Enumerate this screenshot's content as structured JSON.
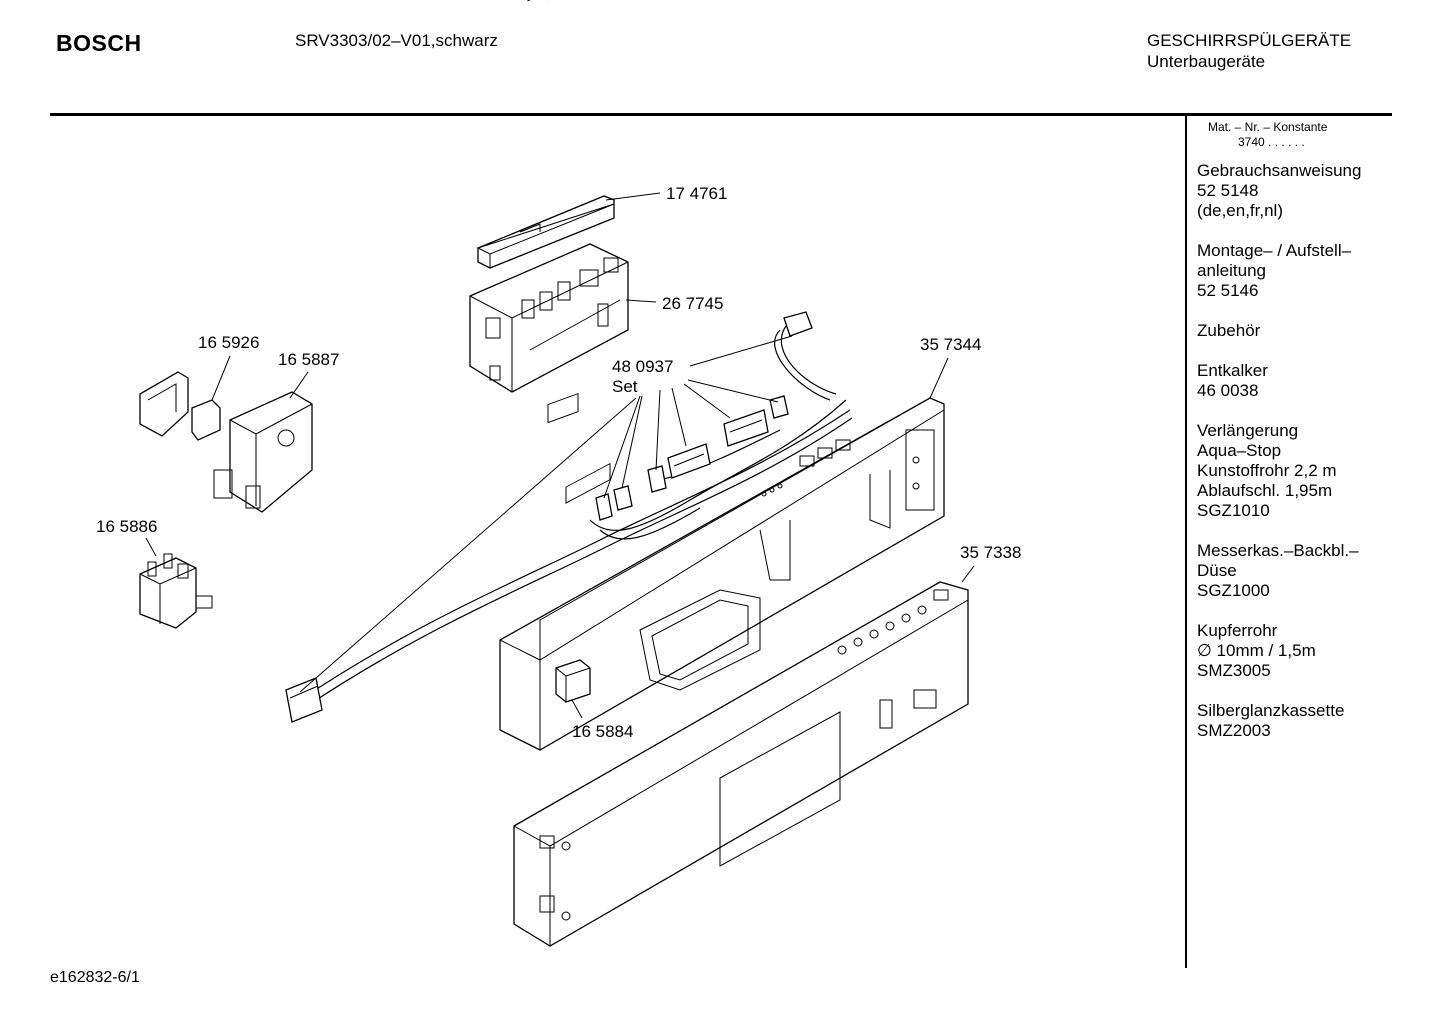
{
  "header": {
    "brand": "BOSCH",
    "model": "SRV3303/02–V01,schwarz",
    "category_line1": "GESCHIRRSPÜLGERÄTE",
    "category_line2": "Unterbaugeräte"
  },
  "sidebar": {
    "heading": "Mat. – Nr. – Konstante",
    "constant": "3740 . .   . . . .",
    "items": [
      {
        "lines": [
          "Gebrauchsanweisung",
          "52 5148",
          "(de,en,fr,nl)"
        ]
      },
      {
        "lines": [
          "Montage– / Aufstell–",
          "anleitung",
          "52 5146"
        ]
      },
      {
        "lines": [
          "Zubehör"
        ]
      },
      {
        "lines": [
          "Entkalker",
          "46 0038"
        ]
      },
      {
        "lines": [
          "Verlängerung",
          "Aqua–Stop",
          "Kunstoffrohr 2,2 m",
          "Ablaufschl. 1,95m",
          "SGZ1010"
        ]
      },
      {
        "lines": [
          "Messerkas.–Backbl.–",
          "Düse",
          "SGZ1000"
        ]
      },
      {
        "lines": [
          "Kupferrohr",
          "∅ 10mm / 1,5m",
          "SMZ3005"
        ]
      },
      {
        "lines": [
          "Silberglanzkassette",
          "SMZ2003"
        ]
      }
    ]
  },
  "parts": {
    "p174761": "17 4761",
    "p267745": "26 7745",
    "p480937": "48 0937",
    "p480937_note": "Set",
    "p357344": "35 7344",
    "p357338": "35 7338",
    "p165926": "16 5926",
    "p165887": "16 5887",
    "p165886": "16 5886",
    "p165884": "16 5884"
  },
  "footer": {
    "drawing_id": "e162832-6/1"
  }
}
